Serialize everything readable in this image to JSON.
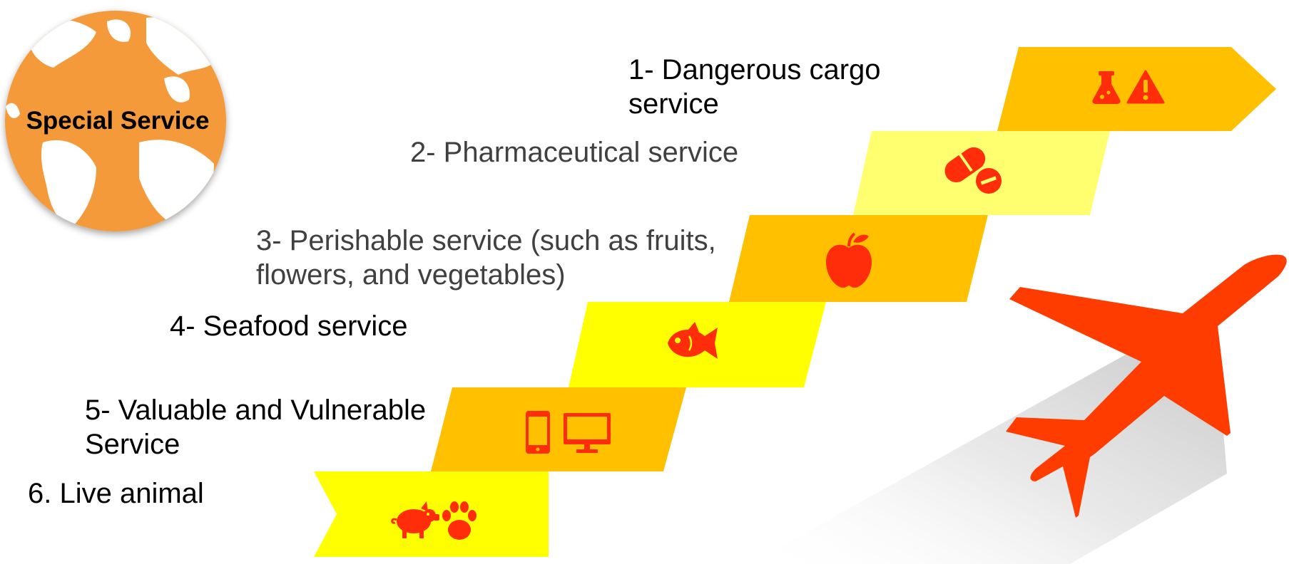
{
  "header": {
    "title": "Special Service"
  },
  "services": [
    {
      "id": "dangerous",
      "lines": [
        "1- Dangerous cargo",
        "service"
      ],
      "icons": [
        "flask-icon",
        "warning-icon"
      ]
    },
    {
      "id": "pharma",
      "lines": [
        "2- Pharmaceutical service"
      ],
      "icons": [
        "pill-icon"
      ]
    },
    {
      "id": "perishable",
      "lines": [
        "3- Perishable service (such as fruits,",
        "flowers, and vegetables)"
      ],
      "icons": [
        "apple-icon"
      ]
    },
    {
      "id": "seafood",
      "lines": [
        "4- Seafood service"
      ],
      "icons": [
        "fish-icon"
      ]
    },
    {
      "id": "valuable",
      "lines": [
        "5- Valuable and Vulnerable",
        "Service"
      ],
      "icons": [
        "phone-icon",
        "monitor-icon"
      ]
    },
    {
      "id": "animal",
      "lines": [
        "6. Live animal"
      ],
      "icons": [
        "pig-icon",
        "paw-icon"
      ]
    }
  ],
  "colors": {
    "globe_fill": "#F59A3B",
    "band_orange": "#FFC000",
    "band_light_yellow": "#FFFF70",
    "band_yellow": "#FFFF00",
    "icon_red": "#FF2D0A",
    "plane": "#FF3C00",
    "label_dark": "#000000",
    "label_gray": "#404040"
  }
}
